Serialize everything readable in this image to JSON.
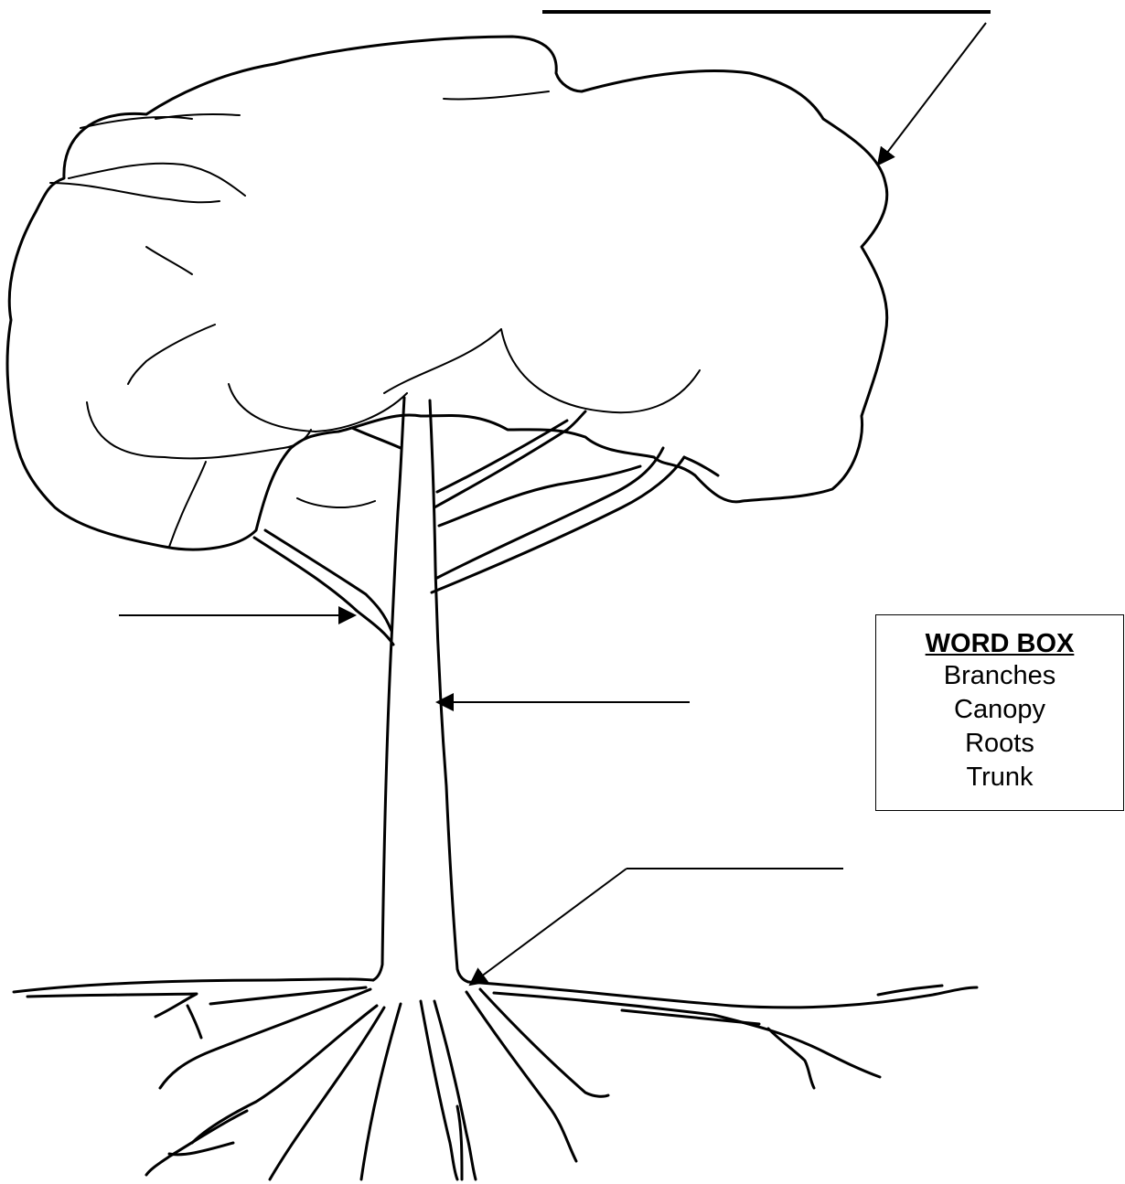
{
  "word_box": {
    "title": "WORD BOX",
    "words": [
      "Branches",
      "Canopy",
      "Roots",
      "Trunk"
    ]
  },
  "labels": {
    "canopy": "",
    "branches": "",
    "trunk": "",
    "roots": ""
  },
  "colors": {
    "ink": "#000000",
    "paper": "#ffffff"
  }
}
